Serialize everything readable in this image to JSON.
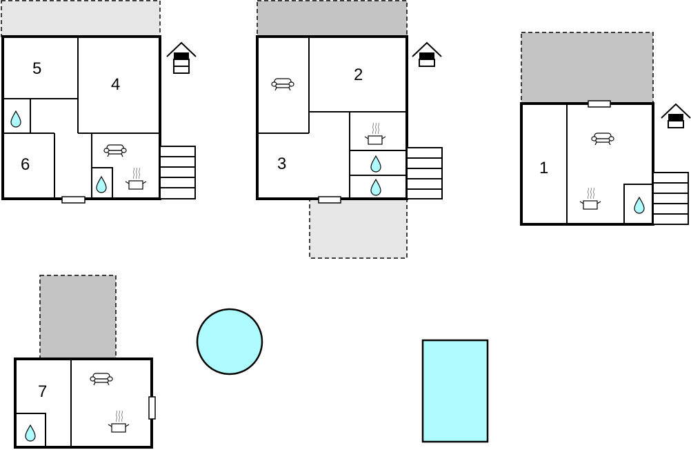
{
  "rooms": {
    "r1": "1",
    "r2": "2",
    "r3": "3",
    "r4": "4",
    "r5": "5",
    "r6": "6",
    "r7": "7"
  },
  "colors": {
    "water": "#aefcff",
    "terrace_light": "#e6e6e6",
    "terrace_dark": "#c4c4c4",
    "wall": "#000000"
  },
  "icons": [
    "drop-icon",
    "sofa-icon",
    "cooking-pot-icon",
    "house-icon",
    "stairs-icon",
    "window-icon"
  ],
  "features": {
    "pool_round": "round-pool",
    "pool_rect": "rectangular-pool"
  }
}
